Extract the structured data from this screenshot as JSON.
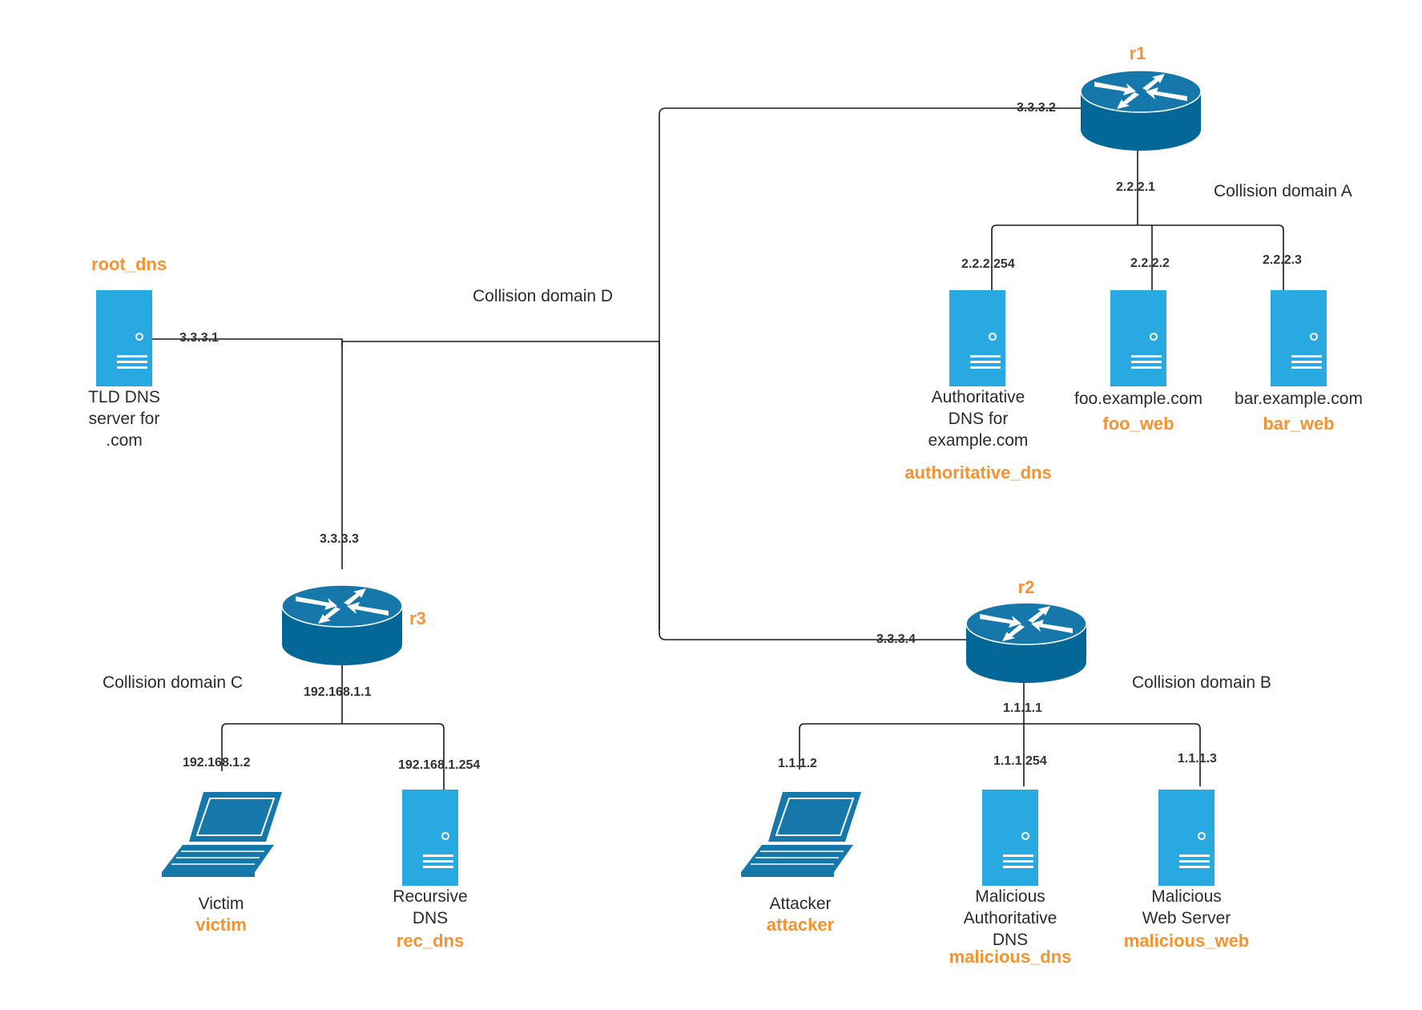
{
  "colors": {
    "accent": "#F7922F",
    "router": "#036897",
    "router_top": "#1577AA",
    "server": "#29A9E1",
    "laptop": "#1577AA",
    "line": "#1a1a1a"
  },
  "domains": {
    "a": "Collision domain A",
    "b": "Collision domain B",
    "c": "Collision domain C",
    "d": "Collision domain D"
  },
  "routers": {
    "r1": {
      "name": "r1",
      "icon": "router-icon"
    },
    "r2": {
      "name": "r2",
      "icon": "router-icon"
    },
    "r3": {
      "name": "r3",
      "icon": "router-icon"
    }
  },
  "hosts": {
    "root_dns": {
      "name": "root_dns",
      "desc": [
        "TLD DNS",
        "server for",
        ".com"
      ],
      "icon": "server-icon"
    },
    "authoritative_dns": {
      "name": "authoritative_dns",
      "desc": [
        "Authoritative",
        "DNS for",
        "example.com"
      ],
      "icon": "server-icon"
    },
    "foo_web": {
      "name": "foo_web",
      "desc": [
        "foo.example.com"
      ],
      "icon": "server-icon"
    },
    "bar_web": {
      "name": "bar_web",
      "desc": [
        "bar.example.com"
      ],
      "icon": "server-icon"
    },
    "victim": {
      "name": "victim",
      "desc": [
        "Victim"
      ],
      "icon": "laptop-icon"
    },
    "rec_dns": {
      "name": "rec_dns",
      "desc": [
        "Recursive",
        "DNS"
      ],
      "icon": "server-icon"
    },
    "attacker": {
      "name": "attacker",
      "desc": [
        "Attacker"
      ],
      "icon": "laptop-icon"
    },
    "malicious_dns": {
      "name": "malicious_dns",
      "desc": [
        "Malicious",
        "Authoritative",
        "DNS"
      ],
      "icon": "server-icon"
    },
    "malicious_web": {
      "name": "malicious_web",
      "desc": [
        "Malicious",
        "Web Server"
      ],
      "icon": "server-icon"
    }
  },
  "ips": {
    "root_dns": "3.3.3.1",
    "r1_d": "3.3.3.2",
    "r3_d": "3.3.3.3",
    "r2_d": "3.3.3.4",
    "r1_a": "2.2.2.1",
    "authoritative_dns": "2.2.2.254",
    "foo_web": "2.2.2.2",
    "bar_web": "2.2.2.3",
    "r2_b": "1.1.1.1",
    "attacker": "1.1.1.2",
    "malicious_dns": "1.1.1.254",
    "malicious_web": "1.1.1.3",
    "r3_c": "192.168.1.1",
    "victim": "192.168.1.2",
    "rec_dns": "192.168.1.254"
  }
}
